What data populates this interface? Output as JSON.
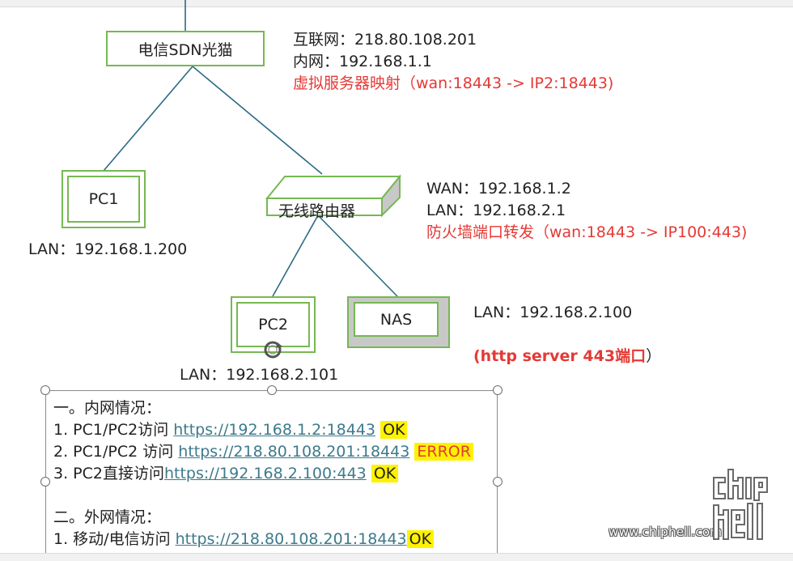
{
  "nodes": {
    "modem": "电信SDN光猫",
    "pc1": "PC1",
    "router": "无线路由器",
    "pc2": "PC2",
    "nas": "NAS"
  },
  "modem_info": {
    "internet": "互联网：218.80.108.201",
    "lan": "内网：192.168.1.1",
    "mapping": "虚拟服务器映射（wan:18443 -> IP2:18443)"
  },
  "router_info": {
    "wan": "WAN：192.168.1.2",
    "lan": "LAN：192.168.2.1",
    "forward": "防火墙端口转发（wan:18443 -> IP100:443)"
  },
  "pc1_lan": "LAN：192.168.1.200",
  "pc2_lan": "LAN：192.168.2.101",
  "nas_info": {
    "lan": "LAN：192.168.2.100",
    "service": "(http server 443端口",
    "service_end": "）"
  },
  "notes": {
    "intranet_heading": "一。内网情况：",
    "items": [
      {
        "prefix": "1. PC1/PC2访问 ",
        "url": "https://192.168.1.2:18443",
        "status": "OK"
      },
      {
        "prefix": "2. PC1/PC2 访问 ",
        "url": "https://218.80.108.201:18443",
        "status": "ERROR"
      },
      {
        "prefix": "3. PC2直接访问",
        "url": "https://192.168.2.100:443",
        "status": "OK"
      }
    ],
    "external_heading": "二。外网情况：",
    "external_items": [
      {
        "prefix": "1. 移动/电信访问 ",
        "url": "https://218.80.108.201:18443",
        "status": "OK"
      }
    ]
  },
  "watermark": {
    "text": "www.chiphell.com"
  },
  "colors": {
    "box_border": "#76b852",
    "line": "#2a6a86",
    "red_text": "#e53935",
    "highlight": "#fff200",
    "link": "#3d7a8c"
  }
}
